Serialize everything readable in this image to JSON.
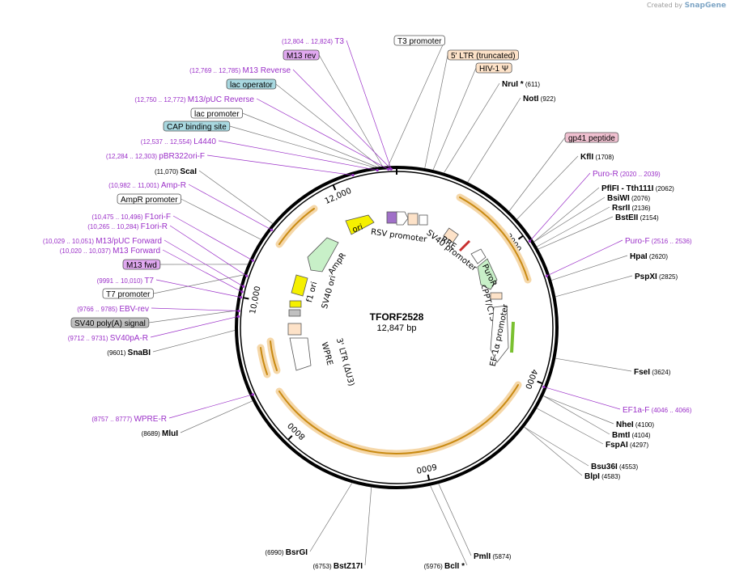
{
  "credit": {
    "prefix": "Created by",
    "brand": "SnapGene"
  },
  "plasmid": {
    "name": "TFORF2528",
    "size": "12,847 bp"
  },
  "ticks": [
    {
      "label": "2000",
      "angle": 54
    },
    {
      "label": "4000",
      "angle": 111
    },
    {
      "label": "6000",
      "angle": 168
    },
    {
      "label": "8000",
      "angle": 224
    },
    {
      "label": "10,000",
      "angle": 281
    },
    {
      "label": "12,000",
      "angle": 336
    }
  ],
  "features": [
    {
      "name": "T3 promoter",
      "style": "white",
      "angle": 357
    },
    {
      "name": "5' LTR (truncated)",
      "style": "peach",
      "angle": 10
    },
    {
      "name": "HIV-1 Ψ",
      "style": "peach",
      "angle": 13
    },
    {
      "name": "gp41 peptide",
      "style": "pink",
      "angle": 44
    },
    {
      "name": "M13 rev",
      "style": "purple",
      "angle": 355
    },
    {
      "name": "lac operator",
      "style": "teal",
      "angle": 354
    },
    {
      "name": "lac promoter",
      "style": "white",
      "angle": 353
    },
    {
      "name": "CAP binding site",
      "style": "teal",
      "angle": 352
    },
    {
      "name": "AmpR promoter",
      "style": "white",
      "angle": 303
    },
    {
      "name": "M13 fwd",
      "style": "purple",
      "angle": 293
    },
    {
      "name": "T7 promoter",
      "style": "white",
      "angle": 289
    },
    {
      "name": "SV40 poly(A) signal",
      "style": "grey",
      "angle": 276
    }
  ],
  "primers": [
    {
      "name": "T3",
      "range": "(12,804 .. 12,824)",
      "angle": 358
    },
    {
      "name": "M13 Reverse",
      "range": "(12,769 .. 12,785)",
      "angle": 358
    },
    {
      "name": "M13/pUC Reverse",
      "range": "(12,750 .. 12,772)",
      "angle": 357
    },
    {
      "name": "L4440",
      "range": "(12,537 .. 12,554)",
      "angle": 353
    },
    {
      "name": "pBR322ori-F",
      "range": "(12,284 .. 12,303)",
      "angle": 344
    },
    {
      "name": "Amp-R",
      "range": "(10,982 .. 11,001)",
      "angle": 308
    },
    {
      "name": "F1ori-F",
      "range": "(10,475 .. 10,496)",
      "angle": 295
    },
    {
      "name": "F1ori-R",
      "range": "(10,265 .. 10,284)",
      "angle": 289
    },
    {
      "name": "M13/pUC Forward",
      "range": "(10,029 .. 10,051)",
      "angle": 285
    },
    {
      "name": "M13 Forward",
      "range": "(10,020 .. 10,037)",
      "angle": 283
    },
    {
      "name": "T7",
      "range": "(9991 .. 10,010)",
      "angle": 281
    },
    {
      "name": "EBV-rev",
      "range": "(9766 .. 9785)",
      "angle": 276
    },
    {
      "name": "SV40pA-R",
      "range": "(9712 .. 9731)",
      "angle": 274
    },
    {
      "name": "WPRE-R",
      "range": "(8757 .. 8777)",
      "angle": 245
    },
    {
      "name": "Puro-R",
      "range": "(2020 .. 2039)",
      "angle": 57
    },
    {
      "name": "Puro-F",
      "range": "(2516 .. 2536)",
      "angle": 71
    },
    {
      "name": "EF1a-F",
      "range": "(4046 .. 4066)",
      "angle": 112
    }
  ],
  "sites": [
    {
      "name": "ScaI",
      "pos": "(11,070)",
      "angle": 310
    },
    {
      "name": "SnaBI",
      "pos": "(9601)",
      "angle": 269
    },
    {
      "name": "MluI",
      "pos": "(8689)",
      "angle": 243
    },
    {
      "name": "BstZ17I",
      "pos": "(6753)",
      "angle": 189
    },
    {
      "name": "BsrGI",
      "pos": "(6990)",
      "angle": 196
    },
    {
      "name": "BclI *",
      "pos": "(5976)",
      "angle": 168
    },
    {
      "name": "PmlI",
      "pos": "(5874)",
      "angle": 165
    },
    {
      "name": "NruI *",
      "pos": "(611)",
      "angle": 17
    },
    {
      "name": "NotI",
      "pos": "(922)",
      "angle": 26
    },
    {
      "name": "KflI",
      "pos": "(1708)",
      "angle": 48
    },
    {
      "name": "PflFI - Tth111I",
      "pos": "(2062)",
      "angle": 58
    },
    {
      "name": "BsiWI",
      "pos": "(2076)",
      "angle": 58
    },
    {
      "name": "RsrII",
      "pos": "(2136)",
      "angle": 60
    },
    {
      "name": "BstEII",
      "pos": "(2154)",
      "angle": 61
    },
    {
      "name": "HpaI",
      "pos": "(2620)",
      "angle": 73
    },
    {
      "name": "PspXI",
      "pos": "(2825)",
      "angle": 79
    },
    {
      "name": "FseI",
      "pos": "(3624)",
      "angle": 101
    },
    {
      "name": "NheI",
      "pos": "(4100)",
      "angle": 115
    },
    {
      "name": "BmtI",
      "pos": "(4104)",
      "angle": 115
    },
    {
      "name": "FspAI",
      "pos": "(4297)",
      "angle": 120
    },
    {
      "name": "Bsu36I",
      "pos": "(4553)",
      "angle": 128
    },
    {
      "name": "BlpI",
      "pos": "(4583)",
      "angle": 128
    }
  ],
  "inner_labels": {
    "ori": "ori",
    "ampr": "AmpR",
    "f1ori": "f1 ori",
    "sv40ori": "SV40 ori",
    "rsv": "RSV promoter",
    "rre": "RRE",
    "sv40prom": "SV40 promoter",
    "puror": "PuroR",
    "cppt": "cPPT/CTS",
    "ef1a": "EF-1α promoter",
    "ltr3": "3' LTR (ΔU3)",
    "wpre": "WPRE"
  },
  "colors": {
    "primer": "#9b30c8",
    "site": "#000000",
    "orf": "#f0a030",
    "ori": "#f5f000",
    "ampr": "#c8f0c8",
    "peach": "#fde2c8",
    "teal": "#a8d8e0",
    "purple": "#e0a8f0",
    "pink": "#f0c0d0",
    "grey": "#c0c0c0"
  }
}
